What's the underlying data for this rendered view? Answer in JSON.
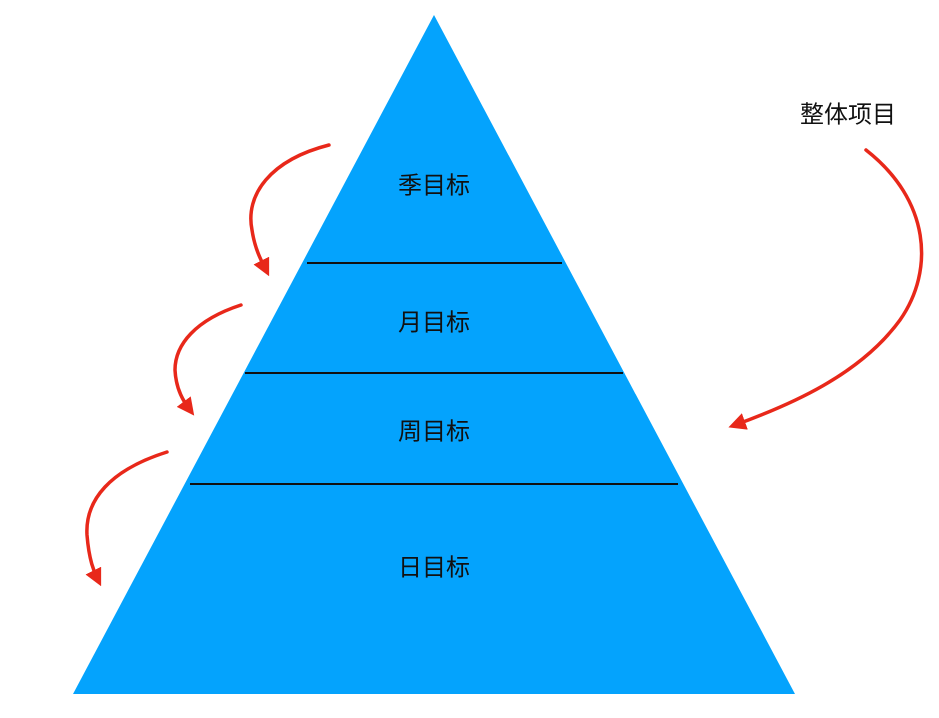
{
  "colors": {
    "pyramid": "#04A3FD",
    "divider": "#111111",
    "arrow": "#E8281A"
  },
  "levels": [
    {
      "label": "季目标"
    },
    {
      "label": "月目标"
    },
    {
      "label": "周目标"
    },
    {
      "label": "日目标"
    }
  ],
  "side_label": "整体项目"
}
